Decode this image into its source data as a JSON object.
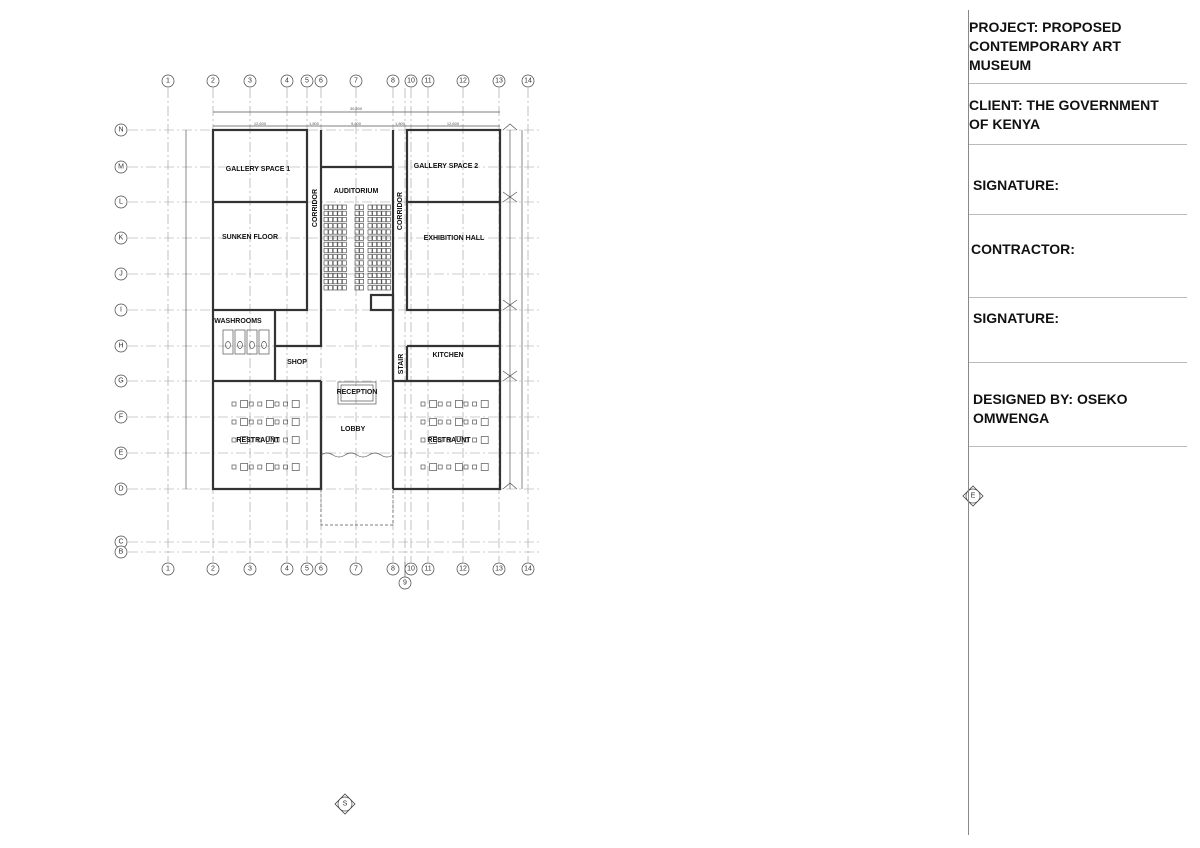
{
  "plan": {
    "columns": [
      "1",
      "2",
      "3",
      "4",
      "5",
      "6",
      "7",
      "8",
      "9",
      "10",
      "11",
      "12",
      "13",
      "14"
    ],
    "rows": [
      "N",
      "M",
      "L",
      "K",
      "J",
      "I",
      "H",
      "G",
      "F",
      "E",
      "D",
      "C",
      "B"
    ],
    "dimensions": {
      "overall": "30,800",
      "left_wing": "12,600",
      "left_corridor": "1,800",
      "center": "9,800",
      "right_corridor": "1,800",
      "right_wing": "12,600"
    },
    "rooms": {
      "gallery1": "GALLERY SPACE 1",
      "sunken": "SUNKEN FLOOR",
      "washrooms": "WASHROOMS",
      "shop": "SHOP",
      "restaurant_left": "RESTRAUNT",
      "corridor_left": "CORRIDOR",
      "auditorium": "AUDITORIUM",
      "reception": "RECEPTION",
      "lobby": "LOBBY",
      "stair": "STAIR",
      "corridor_right": "CORRIDOR",
      "gallery2": "GALLERY SPACE 2",
      "exhibition": "EXHIBITION HALL",
      "kitchen": "KITCHEN",
      "restaurant_right": "RESTRAUNT"
    },
    "compass": {
      "east": "E",
      "south": "S"
    }
  },
  "title_block": {
    "project": "PROJECT: PROPOSED\nCONTEMPORARY ART\nMUSEUM",
    "client": "CLIENT: THE GOVERNMENT\nOF KENYA",
    "signature1": "SIGNATURE:",
    "contractor": "CONTRACTOR:",
    "signature2": "SIGNATURE:",
    "designer": "DESIGNED BY: OSEKO\n OMWENGA"
  }
}
